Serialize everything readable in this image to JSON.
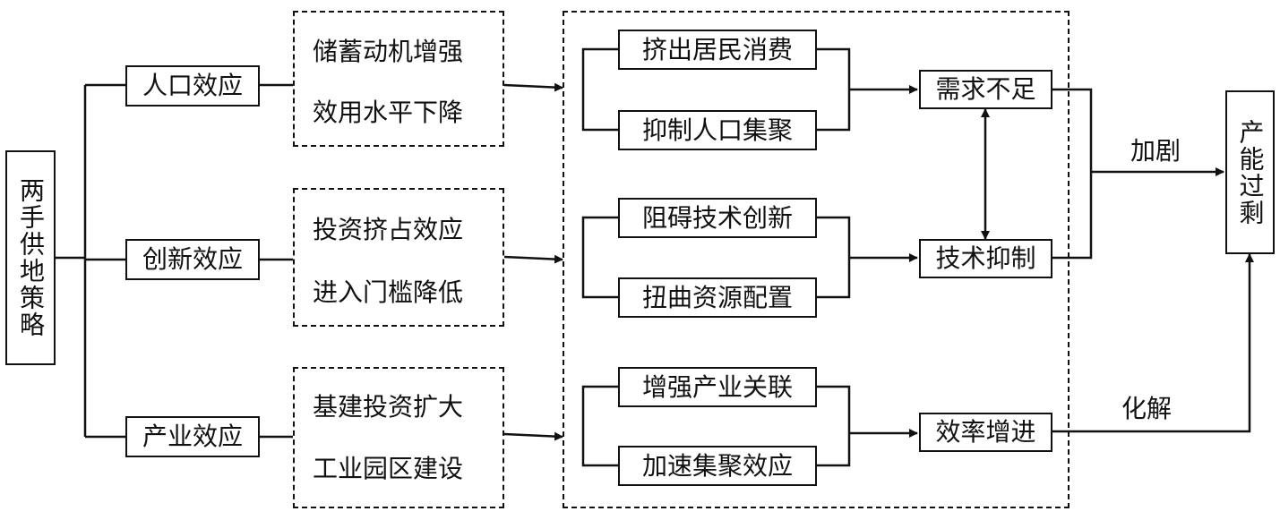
{
  "strategy": "两手供地策略",
  "effects": {
    "population": "人口效应",
    "innovation": "创新效应",
    "industry": "产业效应"
  },
  "mechanisms": {
    "population": [
      "储蓄动机增强",
      "效用水平下降"
    ],
    "innovation": [
      "投资挤占效应",
      "进入门槛降低"
    ],
    "industry": [
      "基建投资扩大",
      "工业园区建设"
    ]
  },
  "impacts": {
    "population": [
      "挤出居民消费",
      "抑制人口集聚"
    ],
    "innovation": [
      "阻碍技术创新",
      "扭曲资源配置"
    ],
    "industry": [
      "增强产业关联",
      "加速集聚效应"
    ]
  },
  "outcomes": {
    "demand": "需求不足",
    "tech": "技术抑制",
    "efficiency": "效率增进"
  },
  "result": "产能过剩",
  "edge_labels": {
    "aggravate": "加剧",
    "resolve": "化解"
  }
}
